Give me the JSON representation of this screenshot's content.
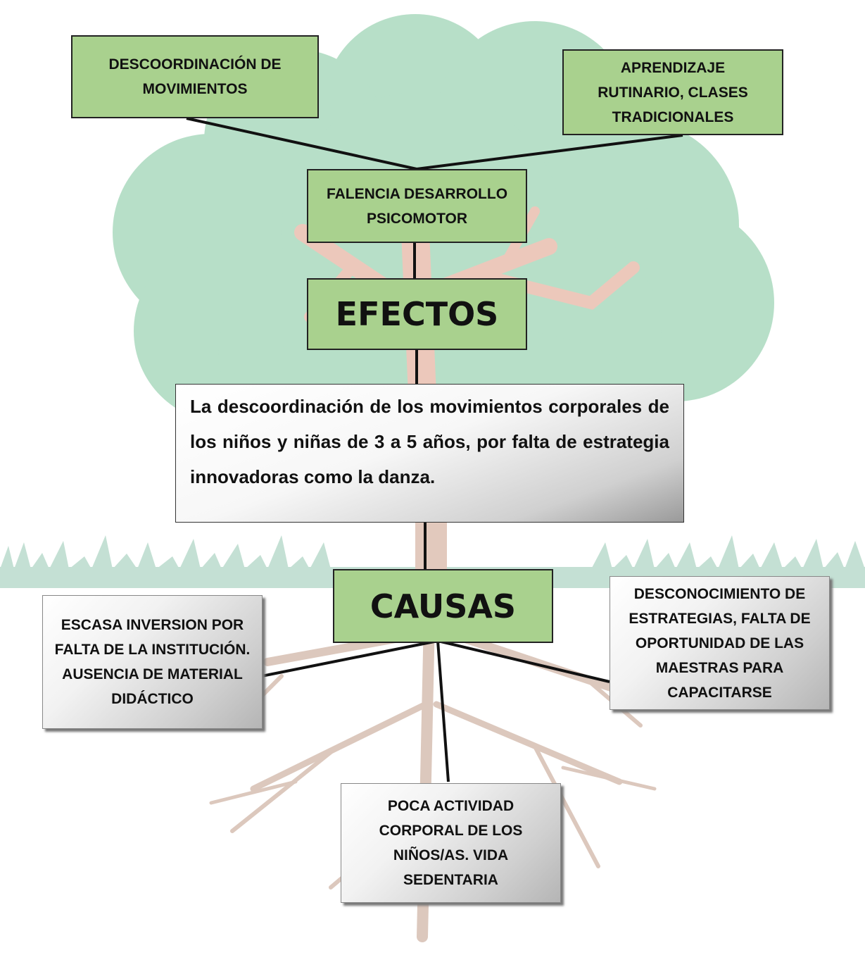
{
  "effects": {
    "effect_left": "DESCOORDINACIÓN DE MOVIMIENTOS",
    "effect_right": "APRENDIZAJE RUTINARIO, CLASES TRADICIONALES",
    "effect_center": "FALENCIA DESARROLLO PSICOMOTOR",
    "heading": "EFECTOS"
  },
  "problem": {
    "statement": "La descoordinación de los movimientos corporales de los niños y niñas de 3 a 5 años, por falta de estrategia innovadoras como la danza."
  },
  "causes": {
    "heading": "CAUSAS",
    "cause_left": "ESCASA INVERSION POR FALTA DE LA INSTITUCIÓN. AUSENCIA DE MATERIAL DIDÁCTICO",
    "cause_right": "DESCONOCIMIENTO DE ESTRATEGIAS, FALTA DE OPORTUNIDAD DE LAS MAESTRAS PARA CAPACITARSE",
    "cause_bottom": "POCA ACTIVIDAD CORPORAL DE LOS NIÑOS/AS. VIDA SEDENTARIA"
  },
  "colors": {
    "green_box": "#a9d18e",
    "foliage": "#b7dfc8",
    "trunk": "#ecc8bb",
    "grass": "#c4e0d4",
    "roots": "#dcc8bd"
  }
}
